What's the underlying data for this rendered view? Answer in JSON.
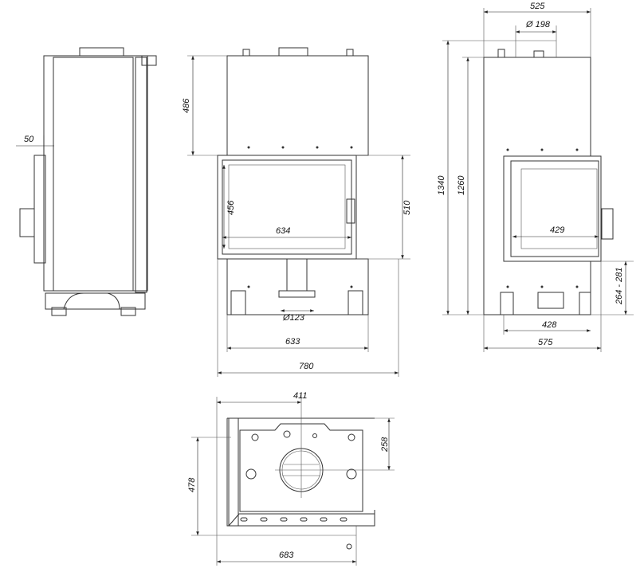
{
  "drawing": {
    "side_view": {
      "depth_offset": "50"
    },
    "front_view": {
      "upper_height": "486",
      "glass_height": "456",
      "glass_width": "634",
      "door_height": "510",
      "air_inlet_diameter": "Ø123",
      "base_width": "633",
      "total_width": "780"
    },
    "right_view": {
      "top_width": "525",
      "flue_diameter": "Ø 198",
      "total_height": "1340",
      "body_height": "1260",
      "glass_width": "429",
      "door_bottom_height": "264 - 281",
      "base_width": "428",
      "total_width": "575"
    },
    "top_view": {
      "flue_offset_x": "411",
      "flue_offset_y": "258",
      "depth": "478",
      "width": "683"
    }
  }
}
